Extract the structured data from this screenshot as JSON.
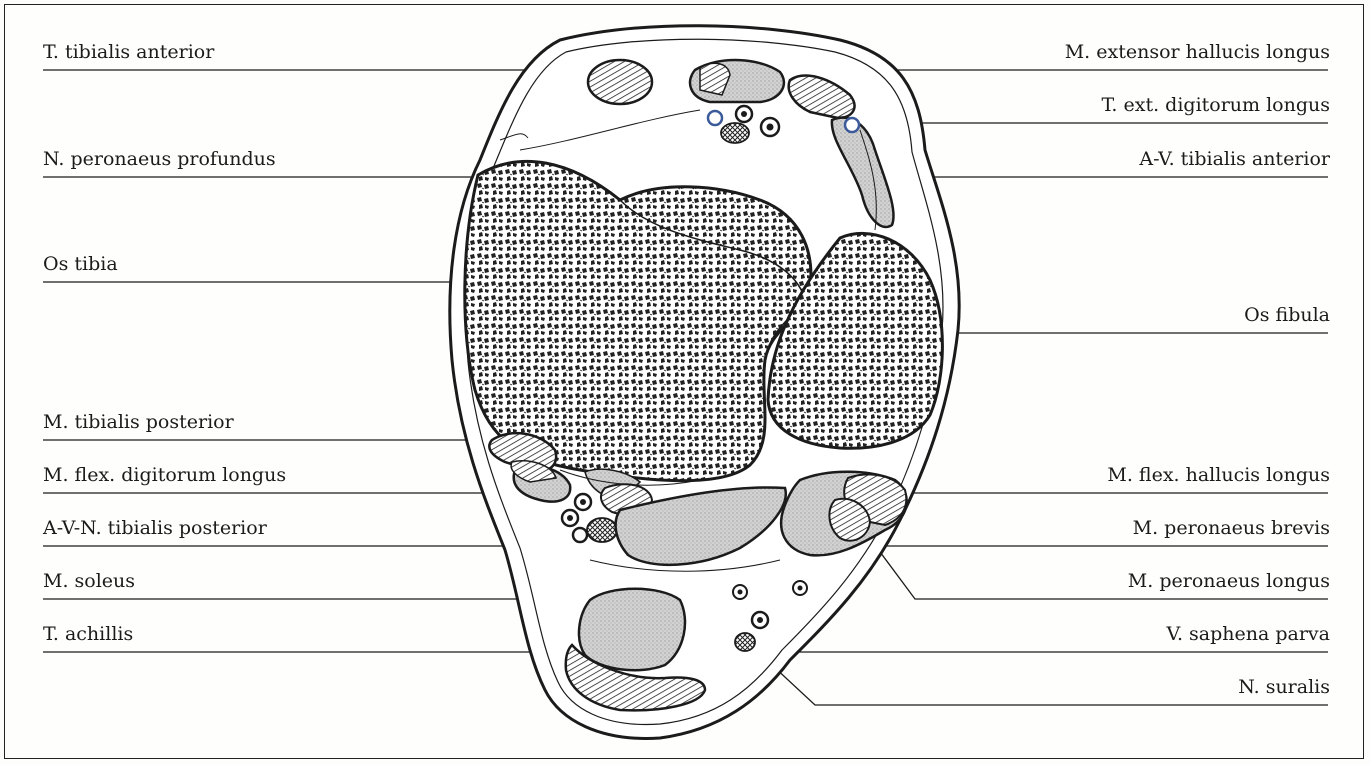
{
  "labels_left": [
    "T. tibialis anterior",
    "N. peronaeus profundus",
    "Os tibia",
    "M. tibialis posterior",
    "M. flex. digitorum longus",
    "A-V-N. tibialis posterior",
    "M. soleus",
    "T. achillis"
  ],
  "labels_right": [
    "M. extensor hallucis longus",
    "T. ext. digitorum longus",
    "A-V. tibialis anterior",
    "Os fibula",
    "M. flex. hallucis longus",
    "M. peronaeus brevis",
    "M. peronaeus longus",
    "V. saphena parva",
    "N. suralis"
  ],
  "colors": {
    "ink": "#1b1b1b",
    "paper": "#fefefc",
    "stipple": "#c9c9c9",
    "accent_blue": "#3a5a9a"
  }
}
